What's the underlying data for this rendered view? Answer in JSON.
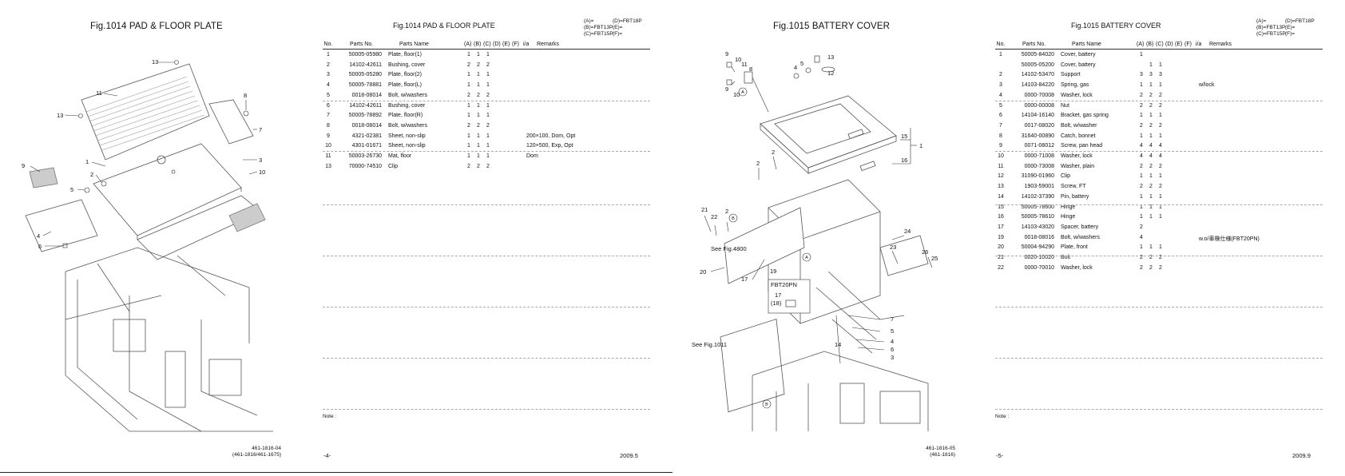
{
  "left": {
    "diagram_title": "Fig.1014  PAD & FLOOR PLATE",
    "drawing_number": [
      "461-1816-04",
      "(461-1816/461-1675)"
    ],
    "callouts": [
      "13",
      "11",
      "13",
      "8",
      "7",
      "9",
      "1",
      "2",
      "3",
      "10",
      "5",
      "4",
      "6"
    ],
    "table_title": "Fig.1014  PAD & FLOOR PLATE",
    "legend": [
      {
        "a": "(A)=",
        "b": "(D)=FBT18P"
      },
      {
        "a": "(B)=FBT13P",
        "b": "(E)="
      },
      {
        "a": "(C)=FBT15P",
        "b": "(F)="
      }
    ],
    "headers": {
      "no": "No.",
      "pn": "Parts No.",
      "name": "Parts Name",
      "a": "(A)",
      "b": "(B)",
      "c": "(C)",
      "d": "(D)",
      "e": "(E)",
      "f": "(F)",
      "ia": "i/a",
      "rem": "Remarks"
    },
    "rows": [
      {
        "no": "1",
        "pn": "50005-05980",
        "name": "Plate, floor(1)",
        "a": "1",
        "b": "1",
        "c": "1",
        "rem": ""
      },
      {
        "no": "2",
        "pn": "14102-42611",
        "name": "Bushing, cover",
        "a": "2",
        "b": "2",
        "c": "2",
        "rem": ""
      },
      {
        "no": "3",
        "pn": "50005-05280",
        "name": "Plate, floor(2)",
        "a": "1",
        "b": "1",
        "c": "1",
        "rem": ""
      },
      {
        "no": "4",
        "pn": "50005-78881",
        "name": "Plate, floor(L)",
        "a": "1",
        "b": "1",
        "c": "1",
        "rem": ""
      },
      {
        "no": "5",
        "pn": "0018-08014",
        "name": "Bolt, w/washers",
        "a": "2",
        "b": "2",
        "c": "2",
        "rem": ""
      },
      {
        "no": "6",
        "pn": "14102-42611",
        "name": "Bushing, cover",
        "a": "1",
        "b": "1",
        "c": "1",
        "rem": ""
      },
      {
        "no": "7",
        "pn": "50005-78892",
        "name": "Plate, floor(R)",
        "a": "1",
        "b": "1",
        "c": "1",
        "rem": ""
      },
      {
        "no": "8",
        "pn": "0018-08014",
        "name": "Bolt, w/washers",
        "a": "2",
        "b": "2",
        "c": "2",
        "rem": ""
      },
      {
        "no": "9",
        "pn": "4321-02381",
        "name": "Sheet, non-slip",
        "a": "1",
        "b": "1",
        "c": "1",
        "rem": "200×100, Dom, Opt"
      },
      {
        "no": "10",
        "pn": "4301-01671",
        "name": "Sheet, non-slip",
        "a": "1",
        "b": "1",
        "c": "1",
        "rem": "120×500, Exp, Opt"
      },
      {
        "no": "11",
        "pn": "50003-26730",
        "name": "Mat, floor",
        "a": "1",
        "b": "1",
        "c": "1",
        "rem": "Dom"
      },
      {
        "no": "13",
        "pn": "70000-74510",
        "name": "Clip",
        "a": "2",
        "b": "2",
        "c": "2",
        "rem": ""
      }
    ],
    "note_label": "Note :",
    "page_number": "-4-",
    "date": "2009.5"
  },
  "right": {
    "diagram_title": "Fig.1015  BATTERY COVER",
    "drawing_number": [
      "461-1816-05",
      "(461-1816)"
    ],
    "callouts": [
      "9",
      "10",
      "11",
      "8",
      "4",
      "5",
      "13",
      "12",
      "9",
      "10",
      "15",
      "1",
      "16",
      "2",
      "2",
      "21",
      "22",
      "2",
      "24",
      "23",
      "26",
      "25",
      "20",
      "17",
      "19",
      "7",
      "5",
      "4",
      "6",
      "3",
      "14"
    ],
    "callout_circles": [
      "A",
      "B",
      "A",
      "B"
    ],
    "label_fbt20pn": "FBT20PN",
    "label_17": "17",
    "label_18": "(18)",
    "see_fig_4800": "See Fig.4800",
    "see_fig_1011": "See Fig.1011",
    "table_title": "Fig.1015  BATTERY COVER",
    "legend": [
      {
        "a": "(A)=",
        "b": "(D)=FBT18P"
      },
      {
        "a": "(B)=FBT13P",
        "b": "(E)="
      },
      {
        "a": "(C)=FBT15P",
        "b": "(F)="
      }
    ],
    "headers": {
      "no": "No.",
      "pn": "Parts No.",
      "name": "Parts Name",
      "a": "(A)",
      "b": "(B)",
      "c": "(C)",
      "d": "(D)",
      "e": "(E)",
      "f": "(F)",
      "ia": "i/a",
      "rem": "Remarks"
    },
    "rows": [
      {
        "no": "1",
        "pn": "50005-84020",
        "name": "Cover, battery",
        "a": "1",
        "b": "",
        "c": "",
        "rem": ""
      },
      {
        "no": "",
        "pn": "50005-05200",
        "name": "Cover, battery",
        "a": "",
        "b": "1",
        "c": "1",
        "rem": ""
      },
      {
        "no": "2",
        "pn": "14102-53470",
        "name": "Support",
        "a": "3",
        "b": "3",
        "c": "3",
        "rem": ""
      },
      {
        "no": "3",
        "pn": "14103-84220",
        "name": "Spring, gas",
        "a": "1",
        "b": "1",
        "c": "1",
        "rem": "w/lock"
      },
      {
        "no": "4",
        "pn": "0000-70008",
        "name": "Washer, lock",
        "a": "2",
        "b": "2",
        "c": "2",
        "rem": ""
      },
      {
        "no": "5",
        "pn": "0000-00008",
        "name": "Nut",
        "a": "2",
        "b": "2",
        "c": "2",
        "rem": ""
      },
      {
        "no": "6",
        "pn": "14104-16140",
        "name": "Bracket, gas spring",
        "a": "1",
        "b": "1",
        "c": "1",
        "rem": ""
      },
      {
        "no": "7",
        "pn": "0017-08020",
        "name": "Bolt, w/washer",
        "a": "2",
        "b": "2",
        "c": "2",
        "rem": ""
      },
      {
        "no": "8",
        "pn": "31640-00890",
        "name": "Catch, bonnet",
        "a": "1",
        "b": "1",
        "c": "1",
        "rem": ""
      },
      {
        "no": "9",
        "pn": "0071-08012",
        "name": "Screw, pan head",
        "a": "4",
        "b": "4",
        "c": "4",
        "rem": ""
      },
      {
        "no": "10",
        "pn": "0000-71008",
        "name": "Washer, lock",
        "a": "4",
        "b": "4",
        "c": "4",
        "rem": ""
      },
      {
        "no": "11",
        "pn": "0000-73008",
        "name": "Washer, plain",
        "a": "2",
        "b": "2",
        "c": "2",
        "rem": ""
      },
      {
        "no": "12",
        "pn": "31090-01960",
        "name": "Clip",
        "a": "1",
        "b": "1",
        "c": "1",
        "rem": ""
      },
      {
        "no": "13",
        "pn": "1903-59001",
        "name": "Screw, FT",
        "a": "2",
        "b": "2",
        "c": "2",
        "rem": ""
      },
      {
        "no": "14",
        "pn": "14102-37390",
        "name": "Pin, battery",
        "a": "1",
        "b": "1",
        "c": "1",
        "rem": ""
      },
      {
        "no": "15",
        "pn": "50005-78600",
        "name": "Hinge",
        "a": "1",
        "b": "1",
        "c": "1",
        "rem": ""
      },
      {
        "no": "16",
        "pn": "50005-78610",
        "name": "Hinge",
        "a": "1",
        "b": "1",
        "c": "1",
        "rem": ""
      },
      {
        "no": "17",
        "pn": "14103-43020",
        "name": "Spacer, battery",
        "a": "2",
        "b": "",
        "c": "",
        "rem": ""
      },
      {
        "no": "19",
        "pn": "0018-08016",
        "name": "Bolt, w/washers",
        "a": "4",
        "b": "",
        "c": "",
        "rem": "w.o/車検仕様(FBT20PN)"
      },
      {
        "no": "20",
        "pn": "50004-94290",
        "name": "Plate, front",
        "a": "1",
        "b": "1",
        "c": "1",
        "rem": ""
      },
      {
        "no": "21",
        "pn": "0020-10020",
        "name": "Bolt",
        "a": "2",
        "b": "2",
        "c": "2",
        "rem": ""
      },
      {
        "no": "22",
        "pn": "0000-70010",
        "name": "Washer, lock",
        "a": "2",
        "b": "2",
        "c": "2",
        "rem": ""
      }
    ],
    "note_label": "Note :",
    "page_number": "-5-",
    "date": "2009.9"
  }
}
